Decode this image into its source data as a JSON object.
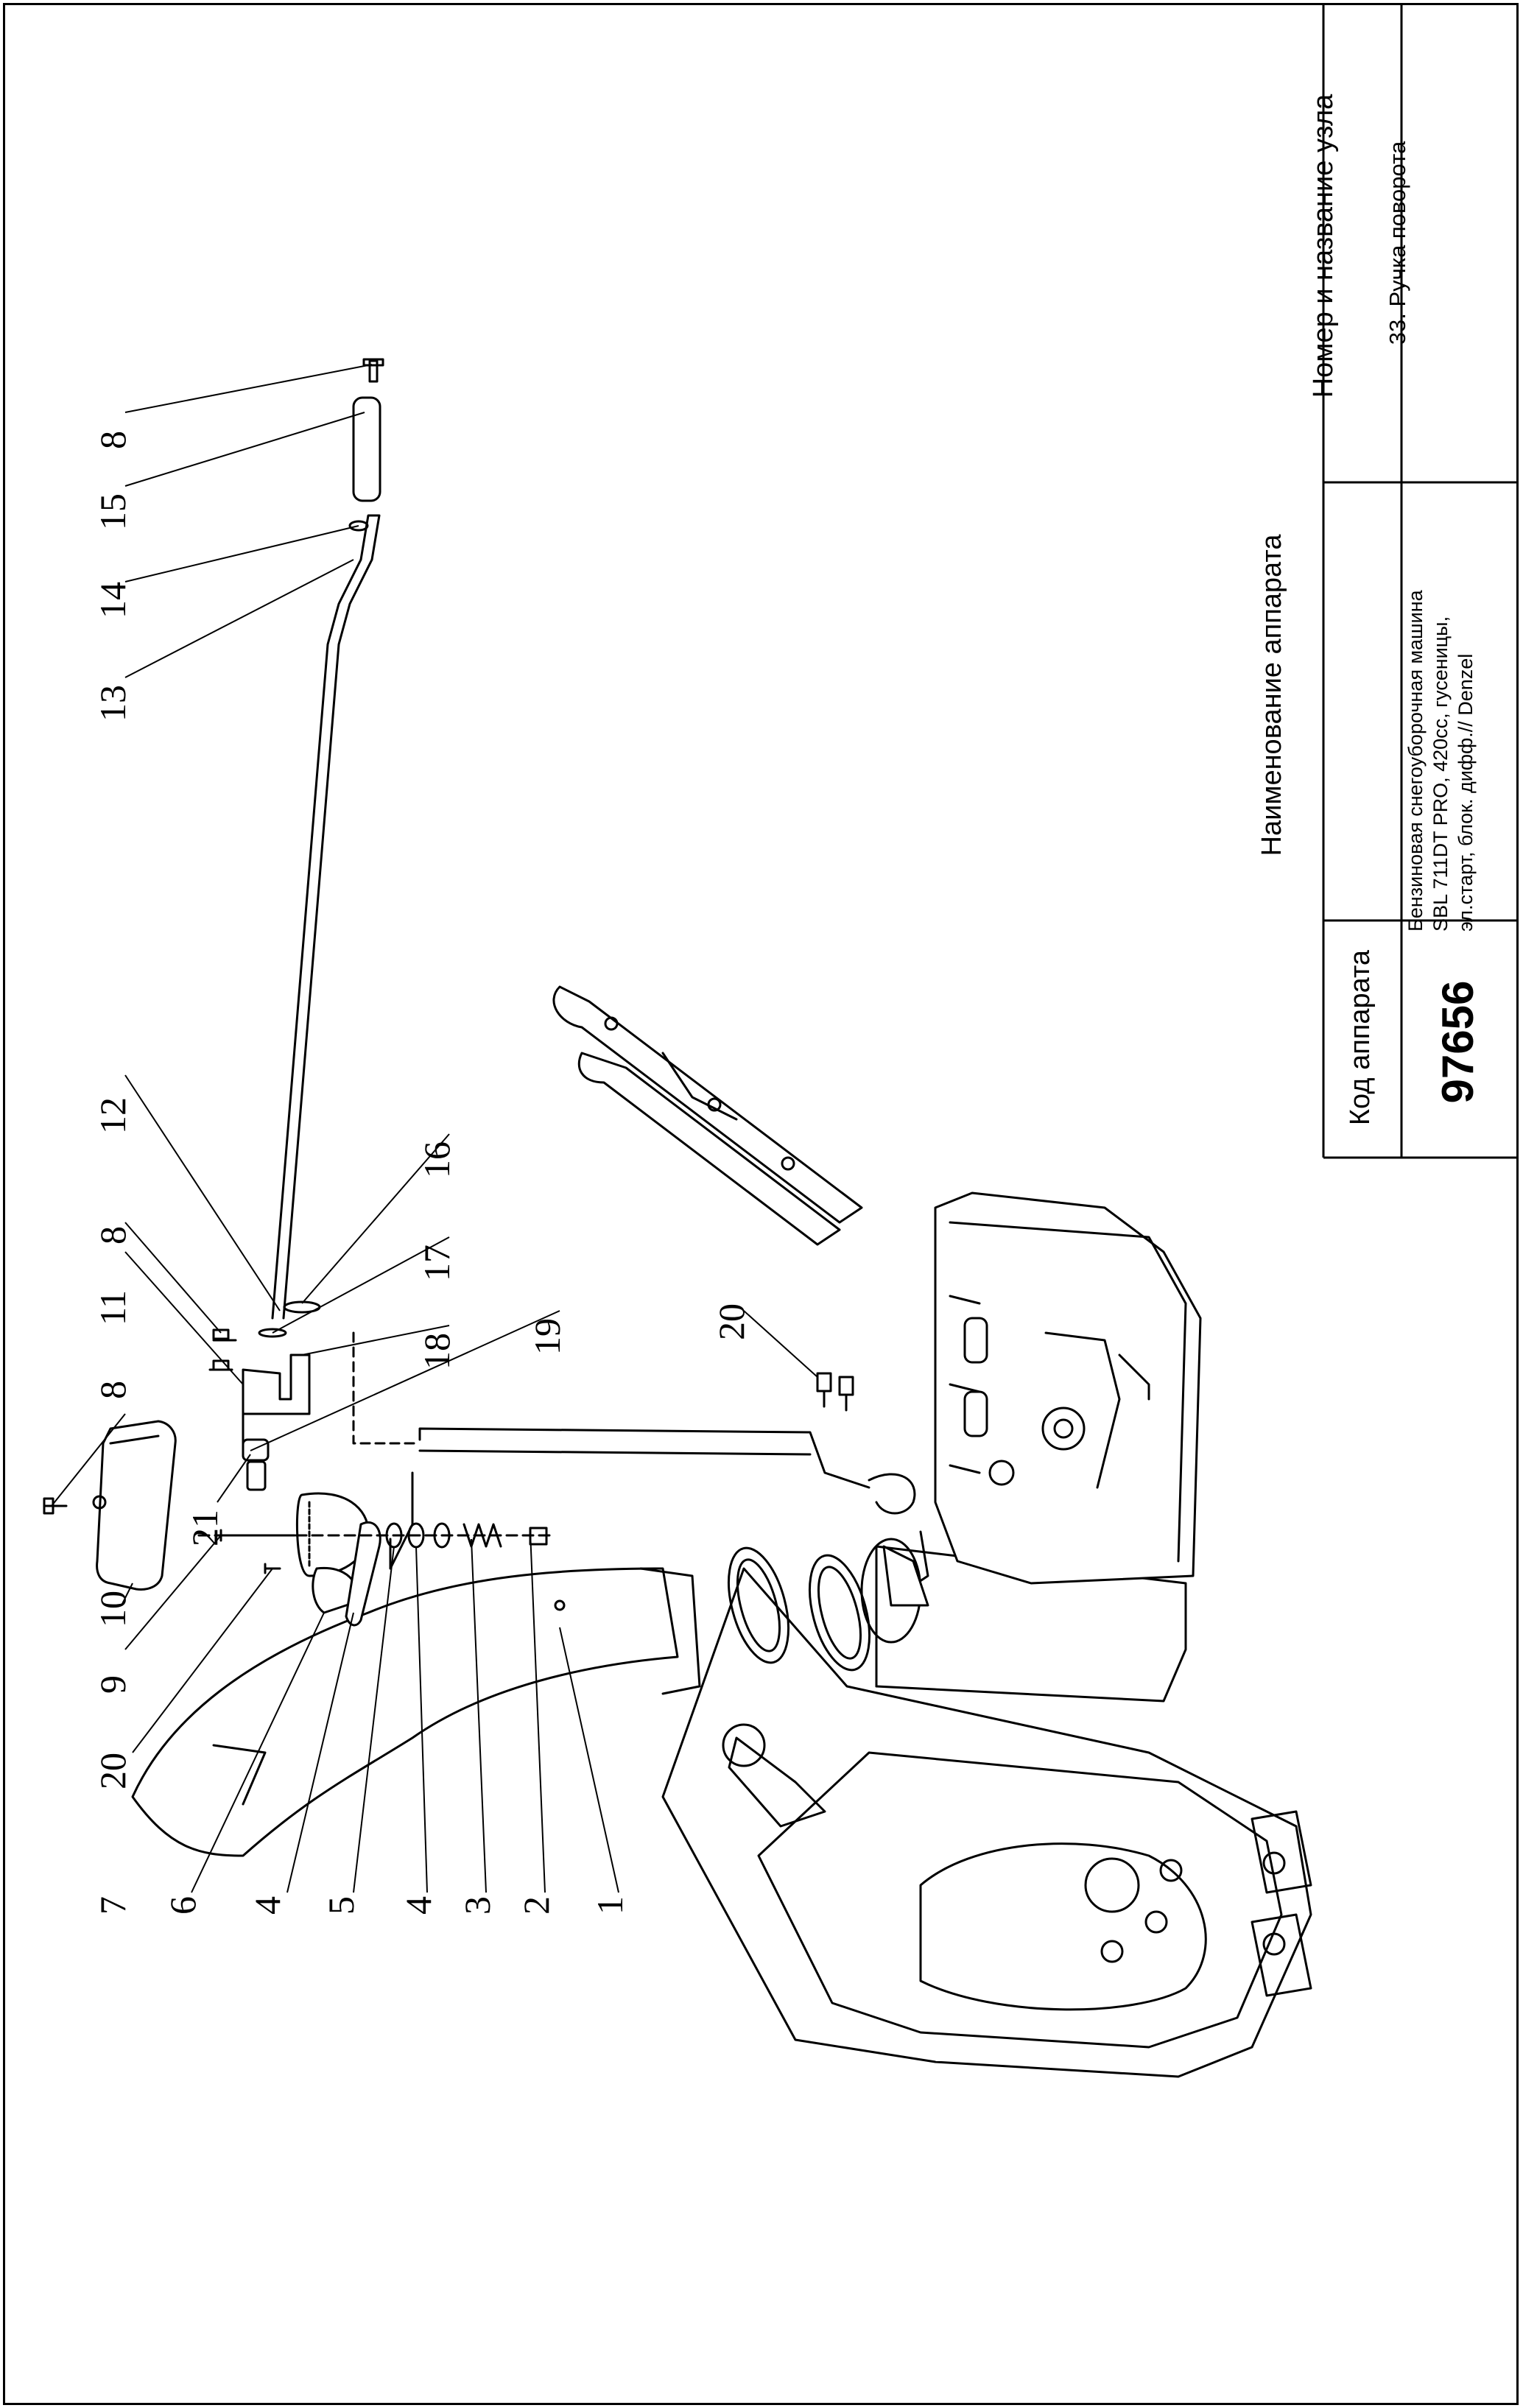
{
  "title_block": {
    "code_header": "Код аппарата",
    "code_value": "97656",
    "device_header": "Наименование аппарата",
    "device_lines": [
      "Бензиновая снегоуборочная машина",
      "SBL 711DT PRO, 420cc, гусеницы,",
      "эл.старт, блок. дифф.// Denzel"
    ],
    "unit_header": "Номер и название узла",
    "unit_value": "33. Ручка поворота"
  },
  "callouts": [
    "1",
    "2",
    "3",
    "4",
    "5",
    "4",
    "6",
    "7",
    "20",
    "9",
    "10",
    "21",
    "8",
    "11",
    "8",
    "12",
    "13",
    "14",
    "15",
    "8",
    "16",
    "17",
    "18",
    "19",
    "20"
  ],
  "colors": {
    "ink": "#000000",
    "paper": "#ffffff",
    "part_fill": "#ffffff"
  }
}
